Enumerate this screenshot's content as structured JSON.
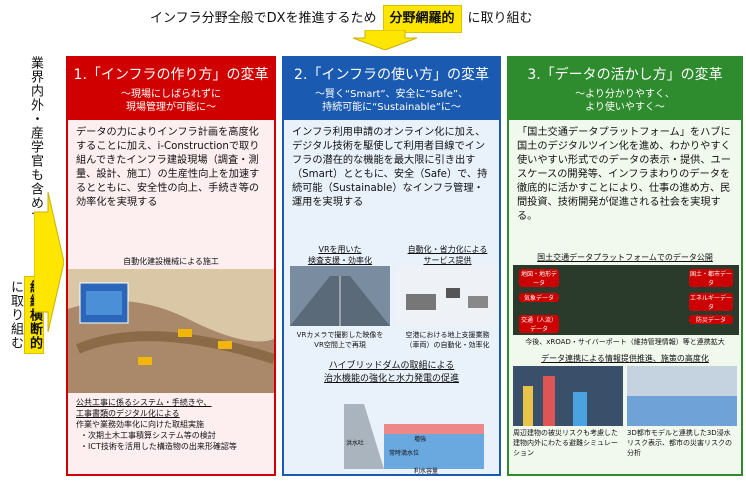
{
  "top": {
    "prefix": "インフラ分野全般でDXを推進するため",
    "highlight": "分野網羅的",
    "suffix": "に取り組む"
  },
  "left": {
    "prefix": "業界内外・産学官も含めて",
    "highlight": "組織横断的",
    "suffix": "に取り組む"
  },
  "col1": {
    "title": "1.「インフラの作り方」の変革",
    "subtitle": "～現場にしばられずに\n現場管理が可能に～",
    "body": "データの力によりインフラ計画を高度化することに加え、i-Constructionで取り組んできたインフラ建設現場（調査・測量、設計、施工）の生産性向上を加速するとともに、安全性の向上、手続き等の効率化を実現する",
    "image_caption": "自動化建設機械による施工",
    "bottom_title1": "公共工事に係るシステム・手続きや、",
    "bottom_title2": "工事書類のデジタル化による",
    "bottom_title3": "作業や業務効率化に向けた取組実施",
    "bullet1": "・次期土木工事積算システム等の検討",
    "bullet2": "・ICT技術を活用した構造物の出来形確認等"
  },
  "col2": {
    "title": "2.「インフラの使い方」の変革",
    "subtitle": "～賢く“Smart”、安全に“Safe”、\n持続可能に“Sustainable”に～",
    "body": "インフラ利用申請のオンライン化に加え、デジタル技術を駆使して利用者目線でインフラの潜在的な機能を最大限に引き出す（Smart）とともに、安全（Safe）で、持続可能（Sustainable）なインフラ管理・運用を実現する",
    "img1_title": "VRを用いた\n検査支援・効率化",
    "img2_title": "自動化・省力化による\nサービス提供",
    "img1_caption": "VRカメラで撮影した映像を\nVR空間上で再現",
    "img2_caption": "空港における地上支援業務\n（車両）の自動化・効率化",
    "hybrid_title": "ハイブリッドダムの取組による\n治水機能の強化と水力発電の促進",
    "dam_label1": "洪水吐",
    "dam_label2": "増強",
    "dam_label3": "常時満水位",
    "dam_label4": "利水容量"
  },
  "col3": {
    "title": "3.「データの活かし方」の変革",
    "subtitle": "～より分かりやすく、\nより使いやすく～",
    "body": "「国土交通データプラットフォーム」をハブに国土のデジタルツイン化を進め、わかりやすく使いやすい形式でのデータの表示・提供、ユースケースの開発等、インフラまわりのデータを徹底的に活かすことにより、仕事の進め方、民間投資、技術開発が促進される社会を実現する。",
    "platform_title": "国土交通データプラットフォームでのデータ公開",
    "nodes": [
      "地図・地形データ",
      "気象データ",
      "交通（人流）データ",
      "国土・都市データ",
      "エネルギーデータ",
      "防災データ"
    ],
    "platform_caption": "今後、xROAD・サイバーポート（維持管理情報）等と連携拡大",
    "plateau_title": "データ連携による情報提供推進、施策の高度化",
    "cap1": "周辺建物の被災リスクも考慮した建物内外にわたる避難シミュレーション",
    "cap2": "3D都市モデルと連携した3D浸水リスク表示、都市の災害リスクの分析"
  },
  "colors": {
    "red": "#d00000",
    "blue": "#1a5ab0",
    "green": "#2e8b2e",
    "highlight": "#ffe600"
  }
}
